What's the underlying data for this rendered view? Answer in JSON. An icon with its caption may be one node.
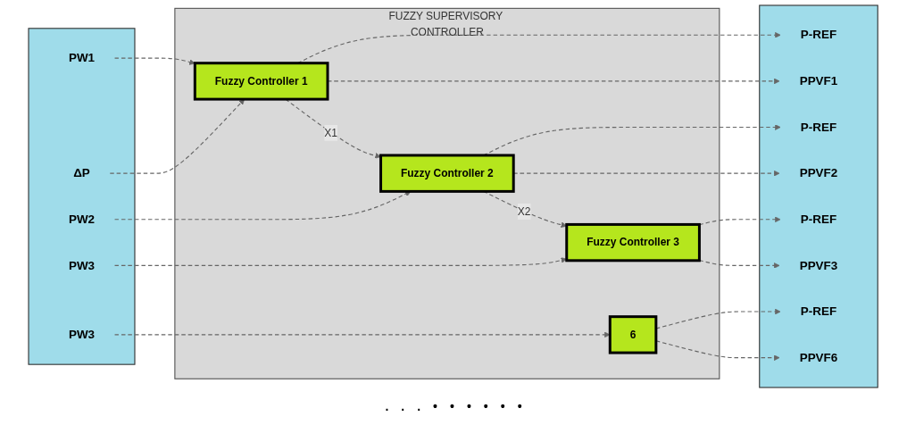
{
  "diagram": {
    "nodes": [
      {
        "text": [],
        "shape": "box"
      },
      {
        "text": [
          "ΔP"
        ],
        "in": 0
      },
      {
        "text": [
          "PW1"
        ],
        "in": 0
      },
      {
        "text": [
          "PW2"
        ],
        "in": 0
      },
      {
        "text": [
          "PW3"
        ],
        "in": 0
      },
      {
        "text": [
          "PW3"
        ],
        "in": 0
      },
      {
        "text": [
          "FUZZY SUPERVISORY CONTROLLER"
        ]
      },
      {
        "text": [
          "Fuzzy Controller 1"
        ],
        "in": 6
      },
      {
        "text": [
          "Fuzzy Controller 2"
        ],
        "in": 6
      },
      {
        "text": [
          "Fuzzy Controller 3"
        ],
        "in": 6
      },
      {
        "text": [
          "6"
        ],
        "in": 6
      },
      {
        "text": [],
        "shape": "box"
      },
      {
        "text": [
          "P-REF"
        ],
        "in": 11
      },
      {
        "text": [
          "PPVF1"
        ],
        "in": 11
      },
      {
        "text": [
          "P-REF"
        ],
        "in": 11
      },
      {
        "text": [
          "PPVF2"
        ],
        "in": 11
      },
      {
        "text": [
          "P-REF"
        ],
        "in": 11
      },
      {
        "text": [
          "PPVF3"
        ],
        "in": 11
      },
      {
        "text": [
          "P-REF"
        ],
        "in": 11
      },
      {
        "text": [
          "PPVF6"
        ],
        "in": 11
      }
    ],
    "edges": [
      {
        "from": 1,
        "to": 7,
        "arrow": "to",
        "style": "dashed"
      },
      {
        "from": 2,
        "to": 7,
        "arrow": "to",
        "style": "dashed"
      },
      {
        "from": 3,
        "to": 8,
        "arrow": "to",
        "style": "dashed"
      },
      {
        "from": 4,
        "to": 9,
        "arrow": "to",
        "style": "dashed"
      },
      {
        "from": 5,
        "to": 10,
        "arrow": "to",
        "style": "dashed"
      },
      {
        "from": 7,
        "to": 8,
        "arrow": "to",
        "style": "dashed",
        "label": "X1"
      },
      {
        "from": 8,
        "to": 9,
        "arrow": "to",
        "style": "dashed",
        "label": "X2"
      },
      {
        "from": 7,
        "to": 12,
        "arrow": "to",
        "style": "dashed"
      },
      {
        "from": 7,
        "to": 13,
        "arrow": "to",
        "style": "dashed"
      },
      {
        "from": 8,
        "to": 14,
        "arrow": "to",
        "style": "dashed"
      },
      {
        "from": 8,
        "to": 15,
        "arrow": "to",
        "style": "dashed"
      },
      {
        "from": 9,
        "to": 16,
        "arrow": "to",
        "style": "dashed"
      },
      {
        "from": 9,
        "to": 17,
        "arrow": "to",
        "style": "dashed"
      },
      {
        "from": 10,
        "to": 18,
        "arrow": "to",
        "style": "dashed"
      },
      {
        "from": 10,
        "to": 19,
        "arrow": "to",
        "style": "dashed"
      }
    ],
    "labels": [
      ".",
      ".",
      ".",
      "•",
      "•",
      "•",
      "•",
      "•",
      "•"
    ]
  }
}
